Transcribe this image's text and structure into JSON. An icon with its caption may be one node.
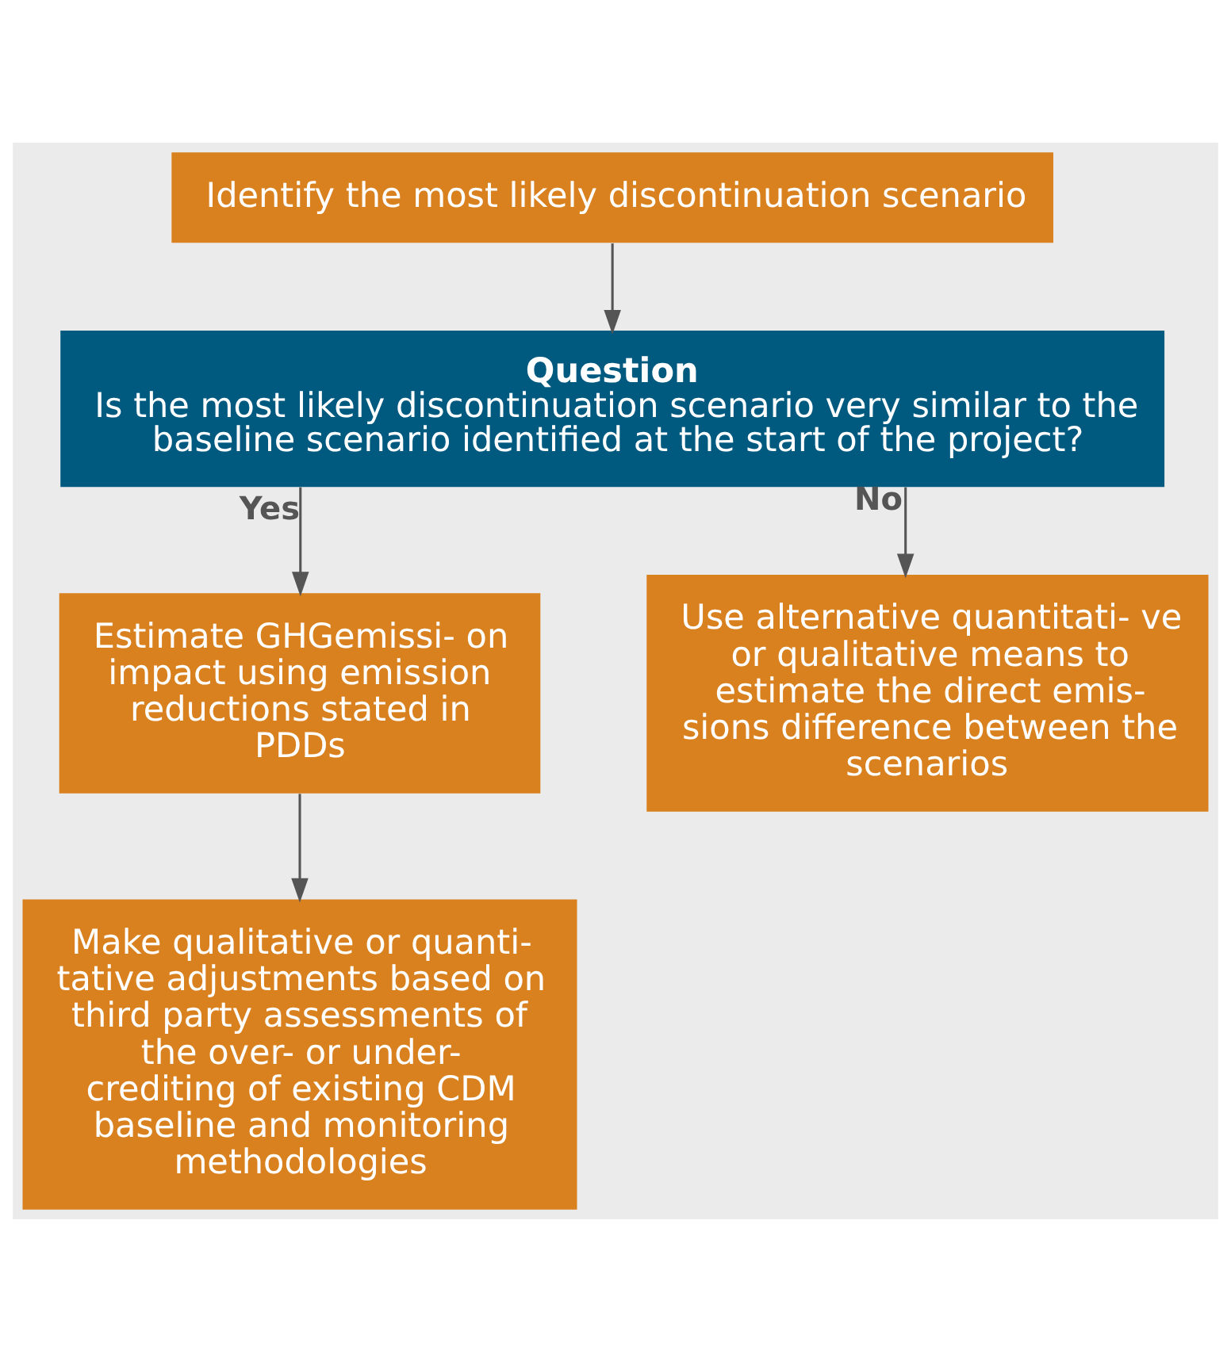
{
  "diagram": {
    "nodes": [
      {
        "text": [
          "Identify the most likely discontinuation scenario"
        ]
      },
      {
        "text": [
          "Question",
          "Is the most likely discontinuation scenario very similar to the baseline scenario identified at the start of the project?"
        ]
      },
      {
        "text": [
          "Estimate GHGemissi- on impact using emission reductions stated in PDDs"
        ]
      },
      {
        "text": [
          "Use alternative quantitati- ve or qualitative means to estimate the direct emis- sions difference between the scenarios"
        ]
      },
      {
        "text": [
          "Make qualitative or quanti- tative adjustments based on third party assessments of the over- or under- crediting of existing CDM baseline and monitoring methodologies"
        ]
      }
    ],
    "edges": [
      {
        "from": 0,
        "to": 1,
        "arrow": "to"
      },
      {
        "from": 1,
        "to": 2,
        "arrow": "to",
        "label": "Yes"
      },
      {
        "from": 1,
        "to": 3,
        "arrow": "to",
        "label": "No"
      },
      {
        "from": 2,
        "to": 4,
        "arrow": "to"
      }
    ]
  }
}
